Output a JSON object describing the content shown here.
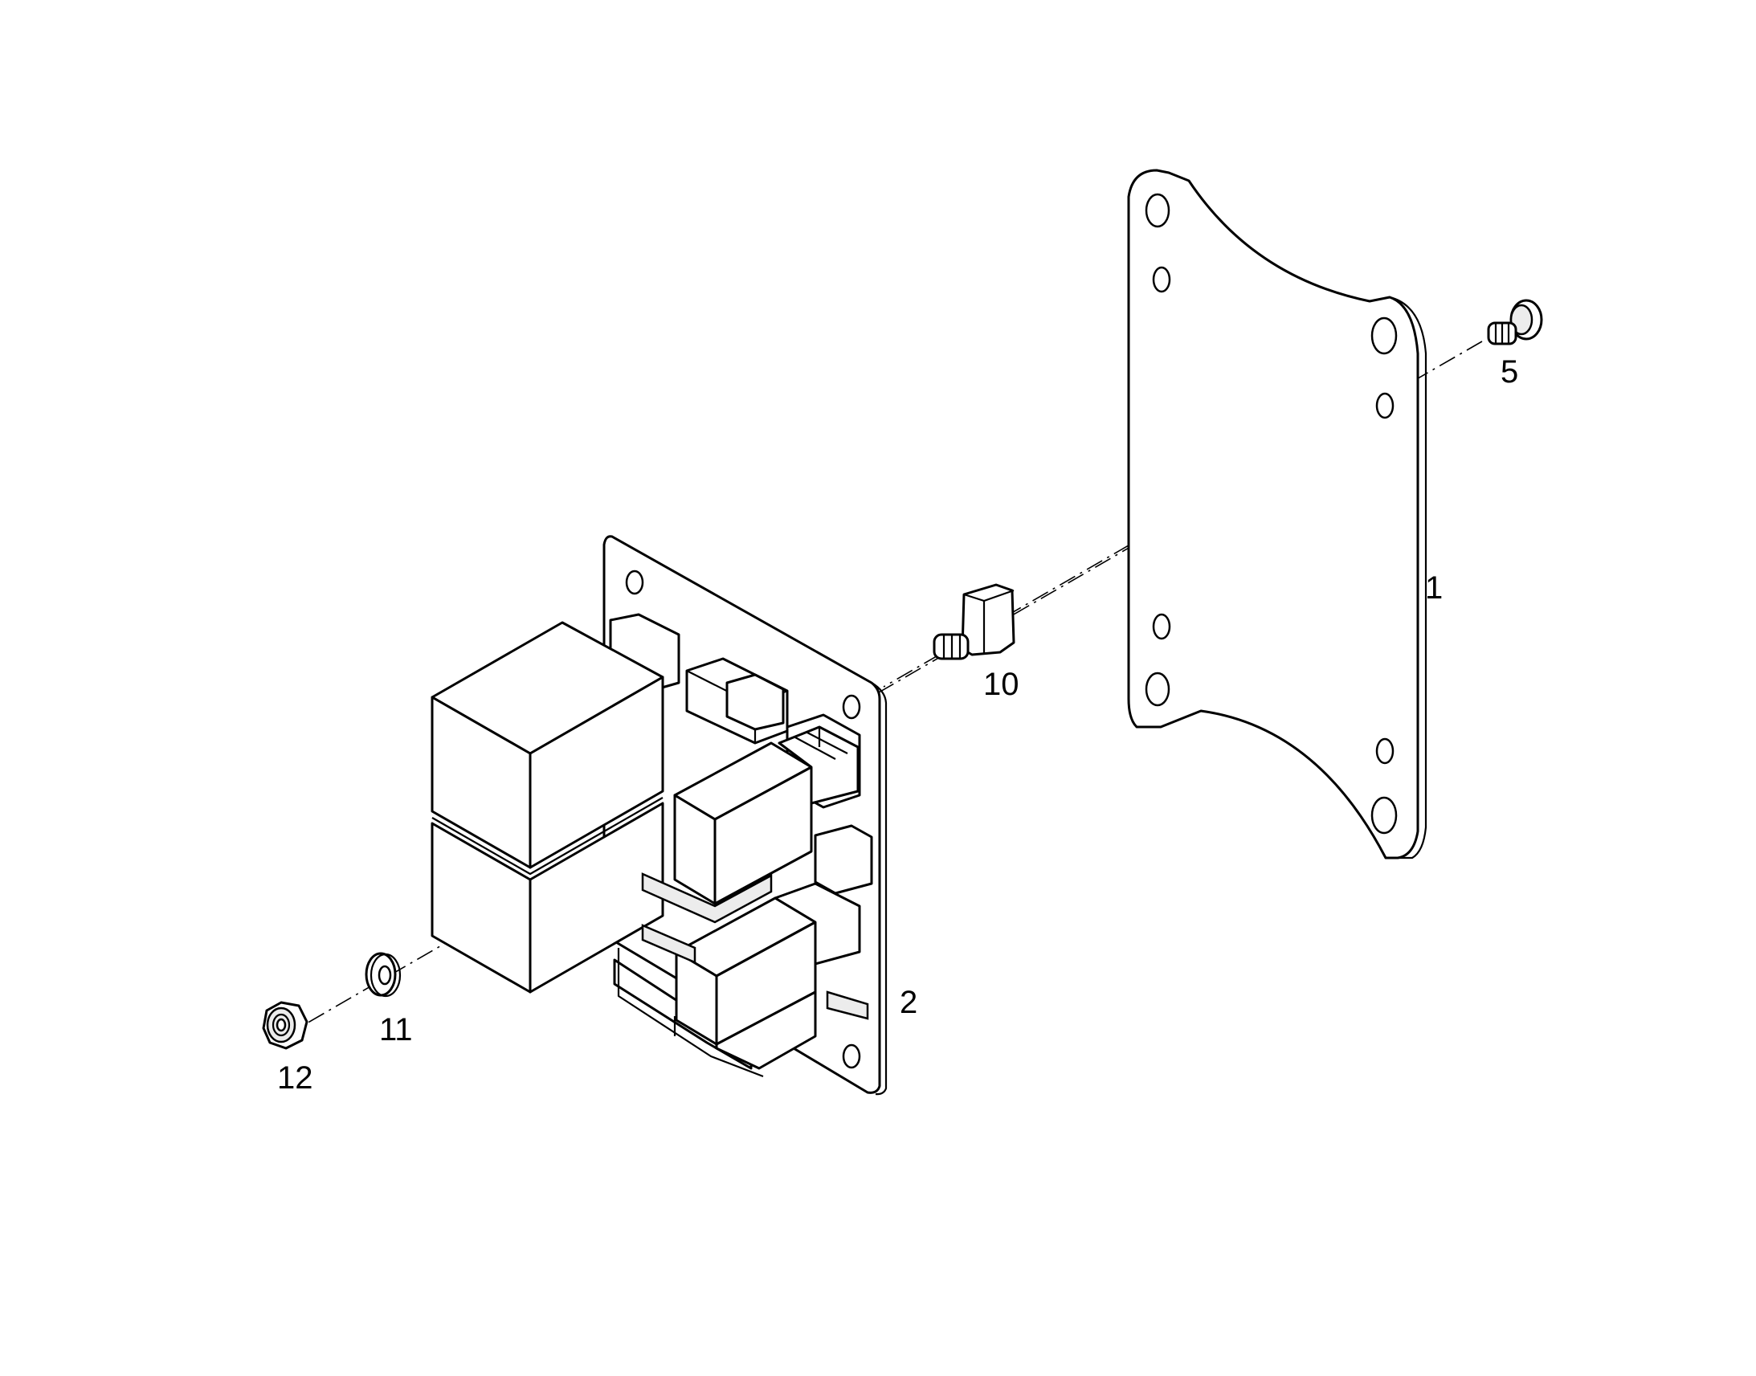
{
  "callouts": {
    "c1": "1",
    "c2": "2",
    "c5": "5",
    "c10": "10",
    "c11": "11",
    "c12": "12"
  },
  "colors": {
    "line": "#000000",
    "background": "#ffffff"
  }
}
